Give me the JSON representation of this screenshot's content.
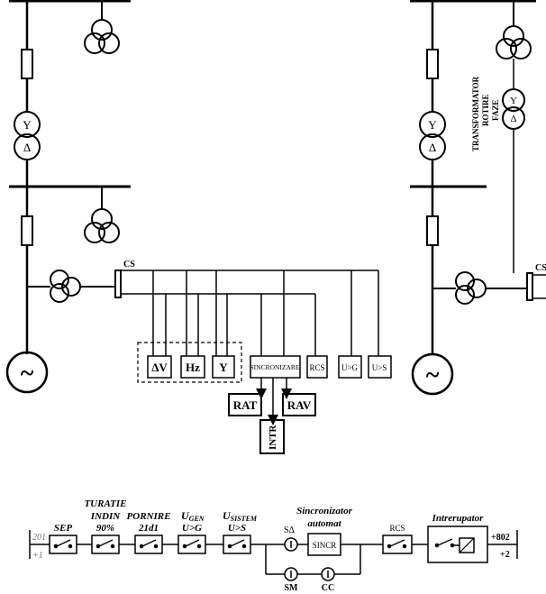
{
  "diagram": {
    "top": {
      "cs_left": "CS",
      "cs_right": "CS",
      "transformator_label": [
        "TRANSFORMATOR",
        "ROTIRE",
        "FAZE"
      ],
      "delta_v": "ΔV",
      "hz": "Hz",
      "y": "Y",
      "sincronizare": "SINCRONIZARE",
      "rcs": "RCS",
      "u_g": "U>G",
      "u_s": "U>S",
      "rat": "RAT",
      "rav": "RAV",
      "intr": "INTR",
      "generator_symbol": "~",
      "star_symbol": "Y",
      "delta_symbol": "Δ"
    },
    "bottom": {
      "n201": "201",
      "n1": "+1",
      "sep": "SEP",
      "turatie": [
        "TURATIE",
        "INDIN",
        "90%"
      ],
      "pornire": [
        "PORNIRE",
        "21d1"
      ],
      "ugen": [
        "U",
        "GEN",
        "U>G"
      ],
      "usistem": [
        "U",
        "SISTEM",
        "U>S"
      ],
      "s_delta": "SΔ",
      "sincronizator": [
        "Sincronizator",
        "automat"
      ],
      "sincr": "SINCR",
      "sm": "SM",
      "cc": "CC",
      "rcs": "RCS",
      "intrerupator": "Intrerupator",
      "n802": "+802",
      "n2": "+2"
    }
  }
}
